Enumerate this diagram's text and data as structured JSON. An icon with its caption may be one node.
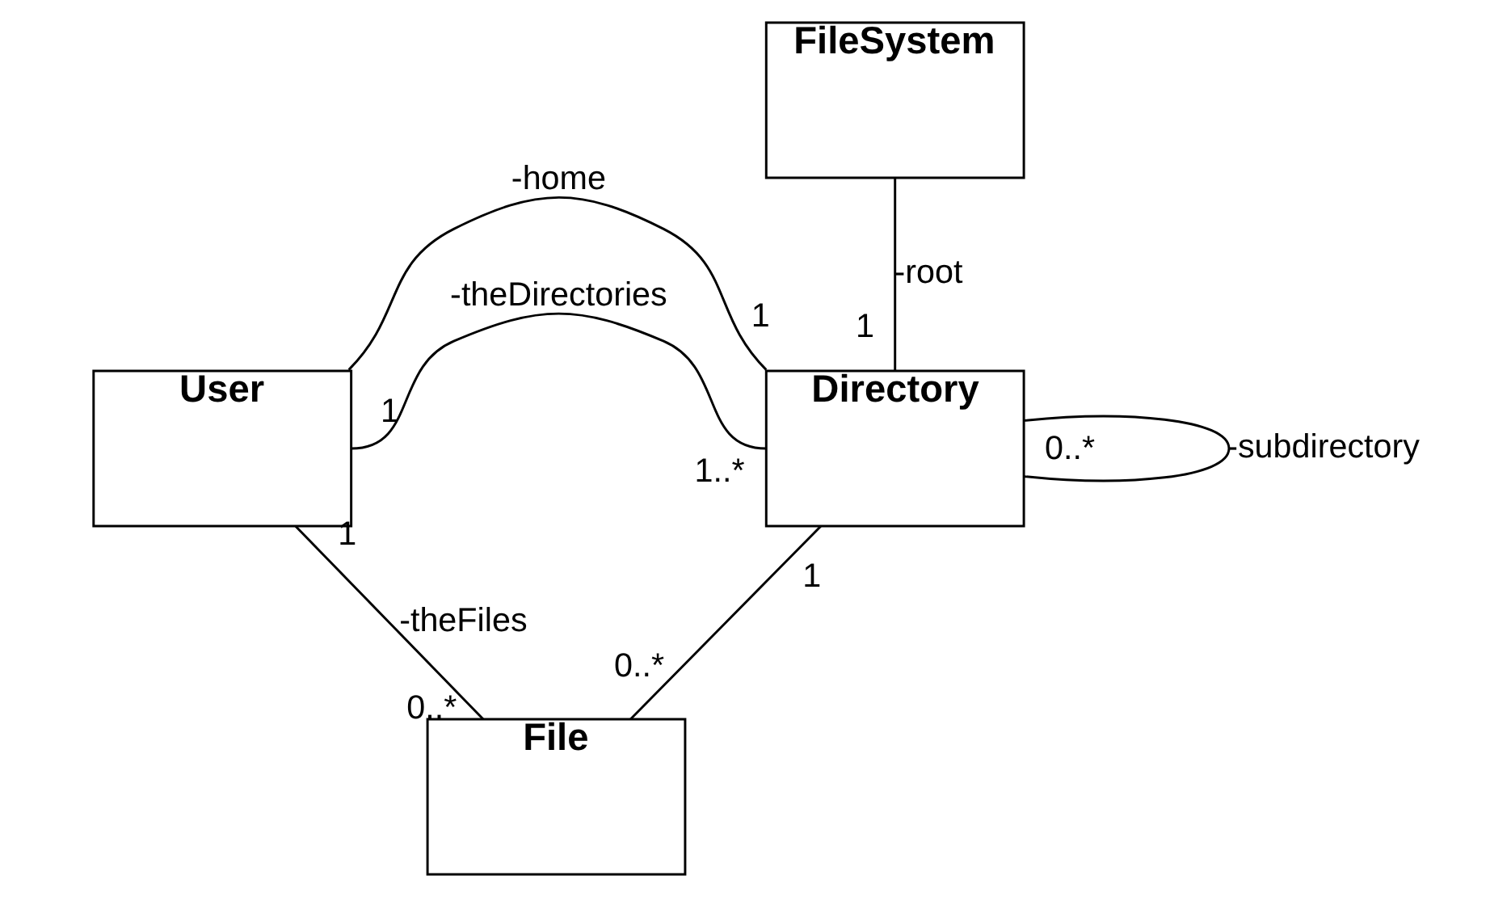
{
  "diagram": {
    "nodes": [
      {
        "text": [
          "FileSystem"
        ]
      },
      {
        "text": [
          "User"
        ]
      },
      {
        "text": [
          "Directory"
        ]
      },
      {
        "text": [
          "File"
        ]
      }
    ],
    "edges": [
      {
        "from": 0,
        "to": 2,
        "arrow": "none",
        "label": "-root"
      },
      {
        "from": 1,
        "to": 2,
        "arrow": "none",
        "label": "-home"
      },
      {
        "from": 1,
        "to": 2,
        "arrow": "none",
        "label": "-theDirectories"
      },
      {
        "from": 2,
        "to": 2,
        "arrow": "none",
        "label": "-subdirectory"
      },
      {
        "from": 2,
        "to": 3,
        "arrow": "none"
      },
      {
        "from": 1,
        "to": 3,
        "arrow": "none",
        "label": "-theFiles"
      }
    ],
    "labels": [
      "1",
      "1",
      "1",
      "1",
      "1..*",
      "1",
      "0..*",
      "0..*",
      "0..*"
    ]
  }
}
